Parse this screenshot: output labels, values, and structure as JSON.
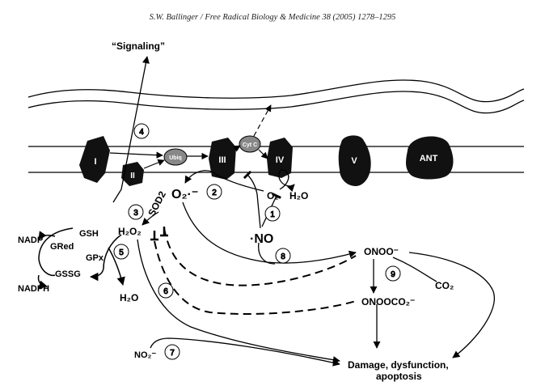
{
  "header": {
    "citation": "S.W. Ballinger / Free Radical Biology & Medicine 38 (2005) 1278–1295"
  },
  "complexes": {
    "I": "I",
    "II": "II",
    "III": "III",
    "IV": "IV",
    "V": "V",
    "ANT": "ANT",
    "ubiq": "Ubiq",
    "cytc": "Cyt C"
  },
  "labels": {
    "signaling": "“Signaling”",
    "sod2": "SOD2",
    "superoxide": "O₂·⁻",
    "o2": "O₂",
    "h2o_top": "H₂O",
    "no": "·NO",
    "h2o2": "H₂O₂",
    "gsh": "GSH",
    "gred": "GRed",
    "gpx": "GPx",
    "nadp": "NADP",
    "gssg": "GSSG",
    "nadph": "NADPH",
    "h2o_bottom": "H₂O",
    "oonoo": "ONOO⁻",
    "onooco2": "ONOOCO₂⁻",
    "co2": "CO₂",
    "no2": "NO₂⁻",
    "damage_line1": "Damage, dysfunction,",
    "damage_line2": "apoptosis"
  },
  "steps": [
    "1",
    "2",
    "3",
    "4",
    "5",
    "6",
    "7",
    "8",
    "9"
  ]
}
